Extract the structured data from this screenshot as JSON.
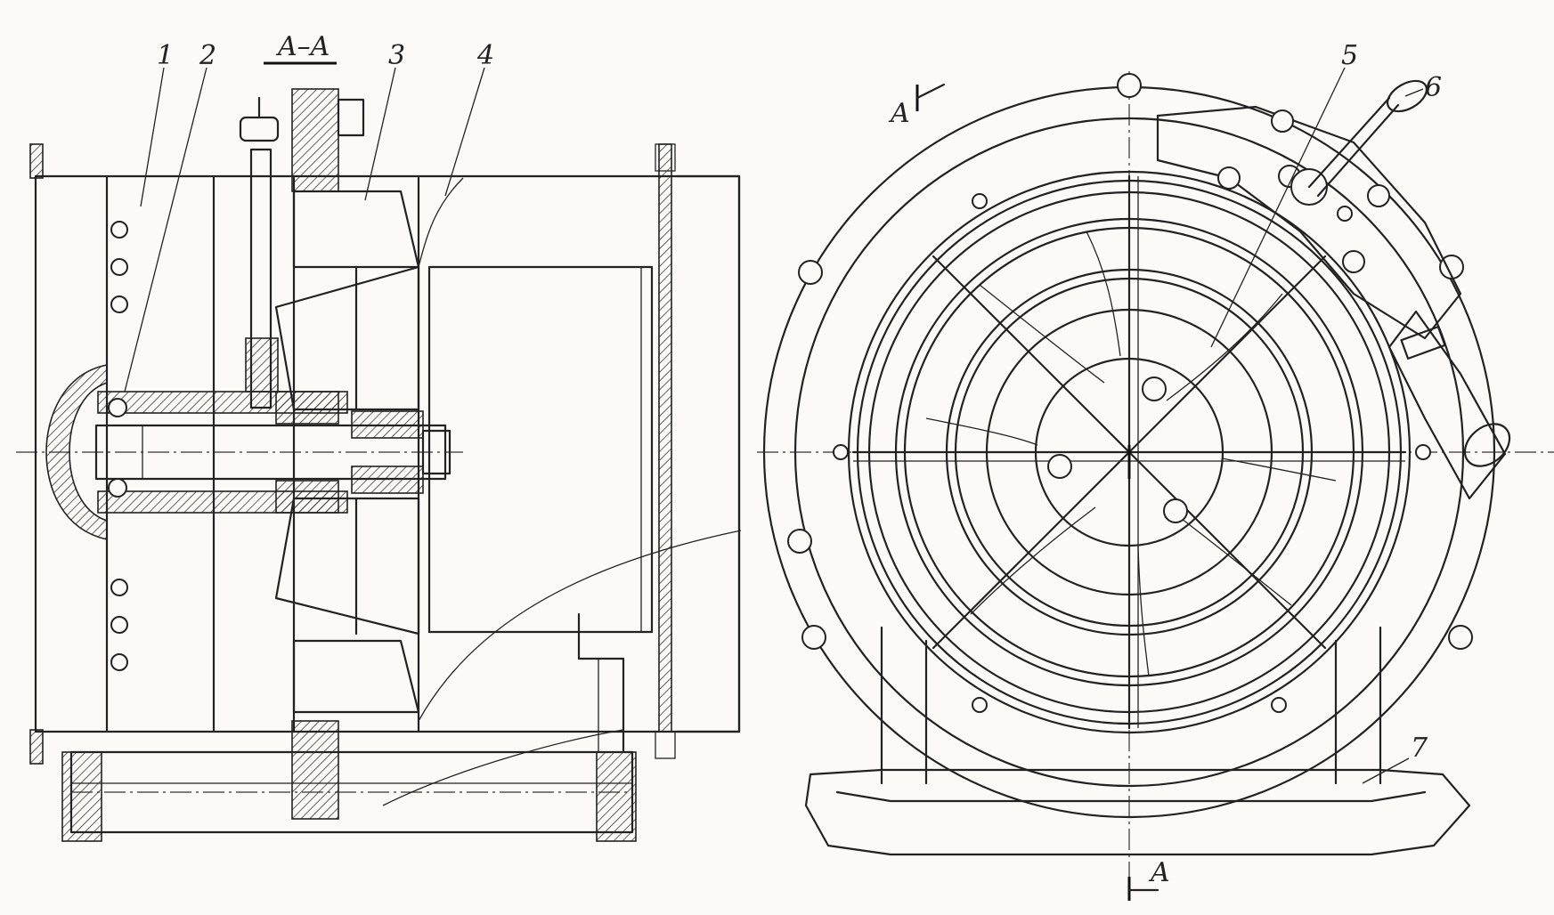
{
  "section_title": "A–A",
  "section_marks": {
    "top": "A",
    "bottom": "A"
  },
  "callouts": [
    "1",
    "2",
    "3",
    "4",
    "5",
    "6",
    "7"
  ],
  "colors": {
    "ink": "#222222",
    "paper": "#fbfaf6"
  }
}
